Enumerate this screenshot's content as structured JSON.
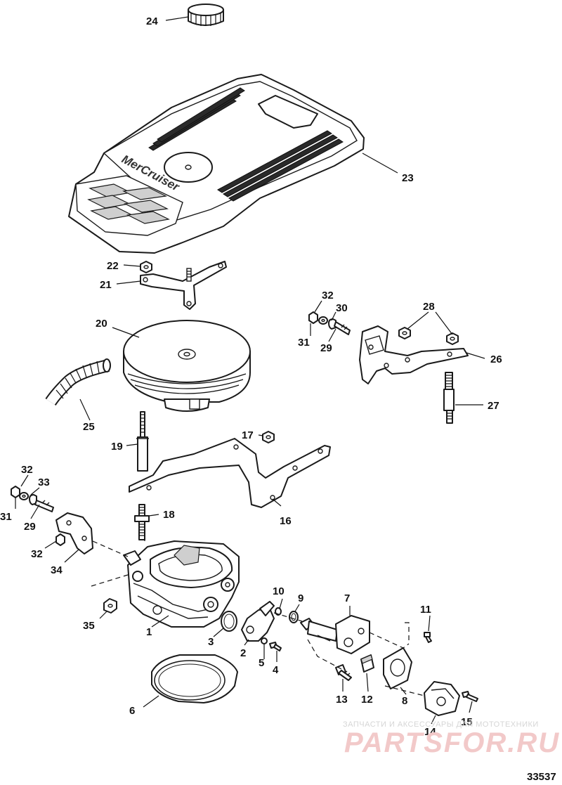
{
  "figure_number": "33537",
  "cover_logo": "MerCruiser",
  "watermark": {
    "tagline": "ЗАПЧАСТИ И АКСЕССУАРЫ ДЛЯ МОТОТЕХНИКИ",
    "brand": "PARTSFOR.RU"
  },
  "callouts": [
    {
      "id": "c24",
      "text": "24"
    },
    {
      "id": "c23",
      "text": "23"
    },
    {
      "id": "c22",
      "text": "22"
    },
    {
      "id": "c21",
      "text": "21"
    },
    {
      "id": "c20",
      "text": "20"
    },
    {
      "id": "c25",
      "text": "25"
    },
    {
      "id": "c32a",
      "text": "32"
    },
    {
      "id": "c30",
      "text": "30"
    },
    {
      "id": "c31a",
      "text": "31"
    },
    {
      "id": "c29a",
      "text": "29"
    },
    {
      "id": "c28",
      "text": "28"
    },
    {
      "id": "c26",
      "text": "26"
    },
    {
      "id": "c27",
      "text": "27"
    },
    {
      "id": "c17",
      "text": "17"
    },
    {
      "id": "c19",
      "text": "19"
    },
    {
      "id": "c32b",
      "text": "32"
    },
    {
      "id": "c33",
      "text": "33"
    },
    {
      "id": "c31b",
      "text": "31"
    },
    {
      "id": "c29b",
      "text": "29"
    },
    {
      "id": "c18",
      "text": "18"
    },
    {
      "id": "c16",
      "text": "16"
    },
    {
      "id": "c32c",
      "text": "32"
    },
    {
      "id": "c34",
      "text": "34"
    },
    {
      "id": "c10",
      "text": "10"
    },
    {
      "id": "c9",
      "text": "9"
    },
    {
      "id": "c7",
      "text": "7"
    },
    {
      "id": "c11",
      "text": "11"
    },
    {
      "id": "c35",
      "text": "35"
    },
    {
      "id": "c1",
      "text": "1"
    },
    {
      "id": "c3",
      "text": "3"
    },
    {
      "id": "c2",
      "text": "2"
    },
    {
      "id": "c5",
      "text": "5"
    },
    {
      "id": "c4",
      "text": "4"
    },
    {
      "id": "c13",
      "text": "13"
    },
    {
      "id": "c12",
      "text": "12"
    },
    {
      "id": "c8",
      "text": "8"
    },
    {
      "id": "c6",
      "text": "6"
    },
    {
      "id": "c14",
      "text": "14"
    },
    {
      "id": "c15",
      "text": "15"
    }
  ]
}
